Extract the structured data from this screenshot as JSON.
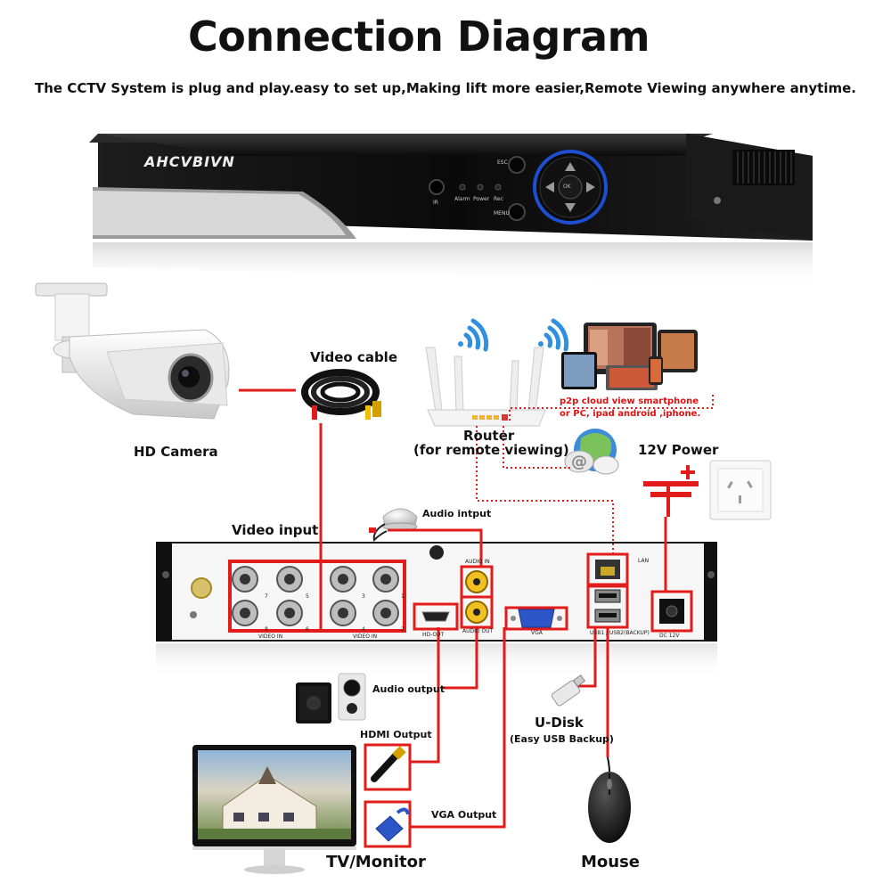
{
  "header": {
    "title": "Connection Diagram",
    "subtitle": "The CCTV System is plug and play.easy to set up,Making lift more easier,Remote Viewing anywhere anytime."
  },
  "dvr_front": {
    "brand": "AHCVBIVN",
    "buttons": {
      "esc": "ESC",
      "ok": "OK",
      "menu": "MENU"
    },
    "indicators": [
      "Alarm",
      "Power",
      "Rec"
    ],
    "ir_label": "IR"
  },
  "labels": {
    "hd_camera": "HD Camera",
    "video_cable": "Video cable",
    "router_line1": "Router",
    "router_line2": "(for remote viewing)",
    "p2p_line1": "p2p cloud  view smartphone",
    "p2p_line2": "or PC, ipad android ,iphone.",
    "power": "12V Power",
    "video_input": "Video input",
    "audio_input": "Audio intput",
    "audio_output": "Audio output",
    "hdmi_output": "HDMI Output",
    "vga_output": "VGA Output",
    "udisk_line1": "U-Disk",
    "udisk_line2": "(Easy USB Backup)",
    "tv_monitor": "TV/Monitor",
    "mouse": "Mouse"
  },
  "dvr_back": {
    "video_in_left": "VIDEO IN",
    "video_in_right": "VIDEO IN",
    "audio_in": "AUDIO IN",
    "audio_out": "AUDIO OUT",
    "hd_out": "HD-OUT",
    "vga": "VGA",
    "lan": "LAN",
    "usb_label": "USB1 / USB2(BACKUP)",
    "dc": "DC 12V",
    "ch_left_top": [
      "7",
      "5"
    ],
    "ch_left_bottom": [
      "8",
      "6"
    ],
    "ch_right_top": [
      "3",
      "1"
    ],
    "ch_right_bottom": [
      "4",
      "2"
    ]
  },
  "colors": {
    "connector_red": "#e21b1b",
    "dvr_black": "#151515",
    "router_white": "#f2f2f2",
    "vga_blue": "#2c56c8"
  }
}
